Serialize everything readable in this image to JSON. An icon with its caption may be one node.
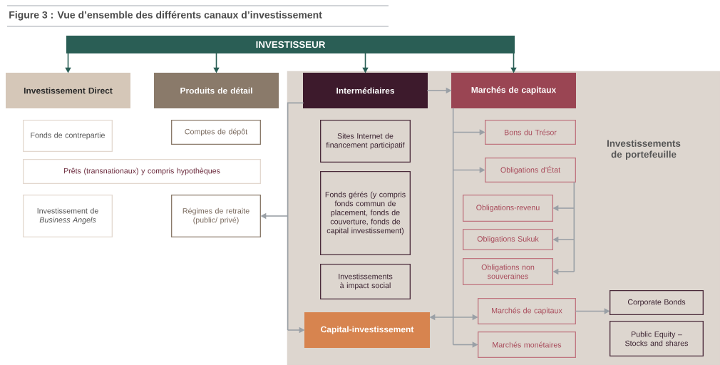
{
  "diagram": {
    "title": "Figure 3 : Vue d’ensemble des différents canaux d’investissement",
    "nodes": [
      {
        "text": [
          "INVESTISSEUR"
        ]
      },
      {
        "text": [
          "Investissement Direct"
        ]
      },
      {
        "text": [
          "Produits de détail"
        ]
      },
      {
        "text": [
          "Investissements de portefeuille"
        ]
      },
      {
        "text": [
          "Intermédiaires"
        ],
        "in": 3
      },
      {
        "text": [
          "Marchés de capitaux"
        ],
        "in": 3
      },
      {
        "text": [
          "Fonds de contrepartie"
        ]
      },
      {
        "text": [
          "Comptes de dépôt"
        ]
      },
      {
        "text": [
          "Prêts (transnationaux) y compris hypothèques"
        ]
      },
      {
        "text": [
          "Investissement de *Business Angels*"
        ]
      },
      {
        "text": [
          "Régimes de retraite (public/ privé)"
        ]
      },
      {
        "text": [
          "Sites Internet de financement participatif"
        ],
        "in": 3
      },
      {
        "text": [
          "Fonds gérés (y compris fonds commun de placement, fonds de couverture, fonds de capital investissement)"
        ],
        "in": 3
      },
      {
        "text": [
          "Investissements à impact social"
        ],
        "in": 3
      },
      {
        "text": [
          "Capital-investissement"
        ],
        "in": 3
      },
      {
        "text": [
          "Bons du Trésor"
        ],
        "in": 3
      },
      {
        "text": [
          "Obligations d’État"
        ],
        "in": 3
      },
      {
        "text": [
          "Obligations-revenu"
        ],
        "in": 3
      },
      {
        "text": [
          "Obligations Sukuk"
        ],
        "in": 3
      },
      {
        "text": [
          "Obligations non souveraines"
        ],
        "in": 3
      },
      {
        "text": [
          "Marchés de capitaux"
        ],
        "in": 3
      },
      {
        "text": [
          "Marchés monétaires"
        ],
        "in": 3
      },
      {
        "text": [
          "Corporate Bonds"
        ],
        "in": 3
      },
      {
        "text": [
          "Public Equity – Stocks and shares"
        ],
        "in": 3
      }
    ],
    "edges": [
      {
        "from": 0,
        "to": 1,
        "arrow": "to",
        "color": "#2a5e55"
      },
      {
        "from": 0,
        "to": 2,
        "arrow": "to",
        "color": "#2a5e55"
      },
      {
        "from": 0,
        "to": 4,
        "arrow": "to",
        "color": "#2a5e55"
      },
      {
        "from": 0,
        "to": 5,
        "arrow": "to",
        "color": "#2a5e55"
      },
      {
        "from": 4,
        "to": 5,
        "arrow": "to"
      },
      {
        "from": 4,
        "to": 10,
        "arrow": "to"
      },
      {
        "from": 4,
        "to": 14,
        "arrow": "to"
      },
      {
        "from": 5,
        "to": 15,
        "arrow": "to"
      },
      {
        "from": 5,
        "to": 16,
        "arrow": "to"
      },
      {
        "from": 14,
        "to": 20,
        "arrow": "both"
      },
      {
        "from": 5,
        "to": 21,
        "arrow": "to"
      },
      {
        "from": 16,
        "to": 17,
        "arrow": "to"
      },
      {
        "from": 16,
        "to": 18,
        "arrow": "to"
      },
      {
        "from": 16,
        "to": 19,
        "arrow": "to"
      },
      {
        "from": 20,
        "to": 22,
        "arrow": "to"
      }
    ]
  }
}
